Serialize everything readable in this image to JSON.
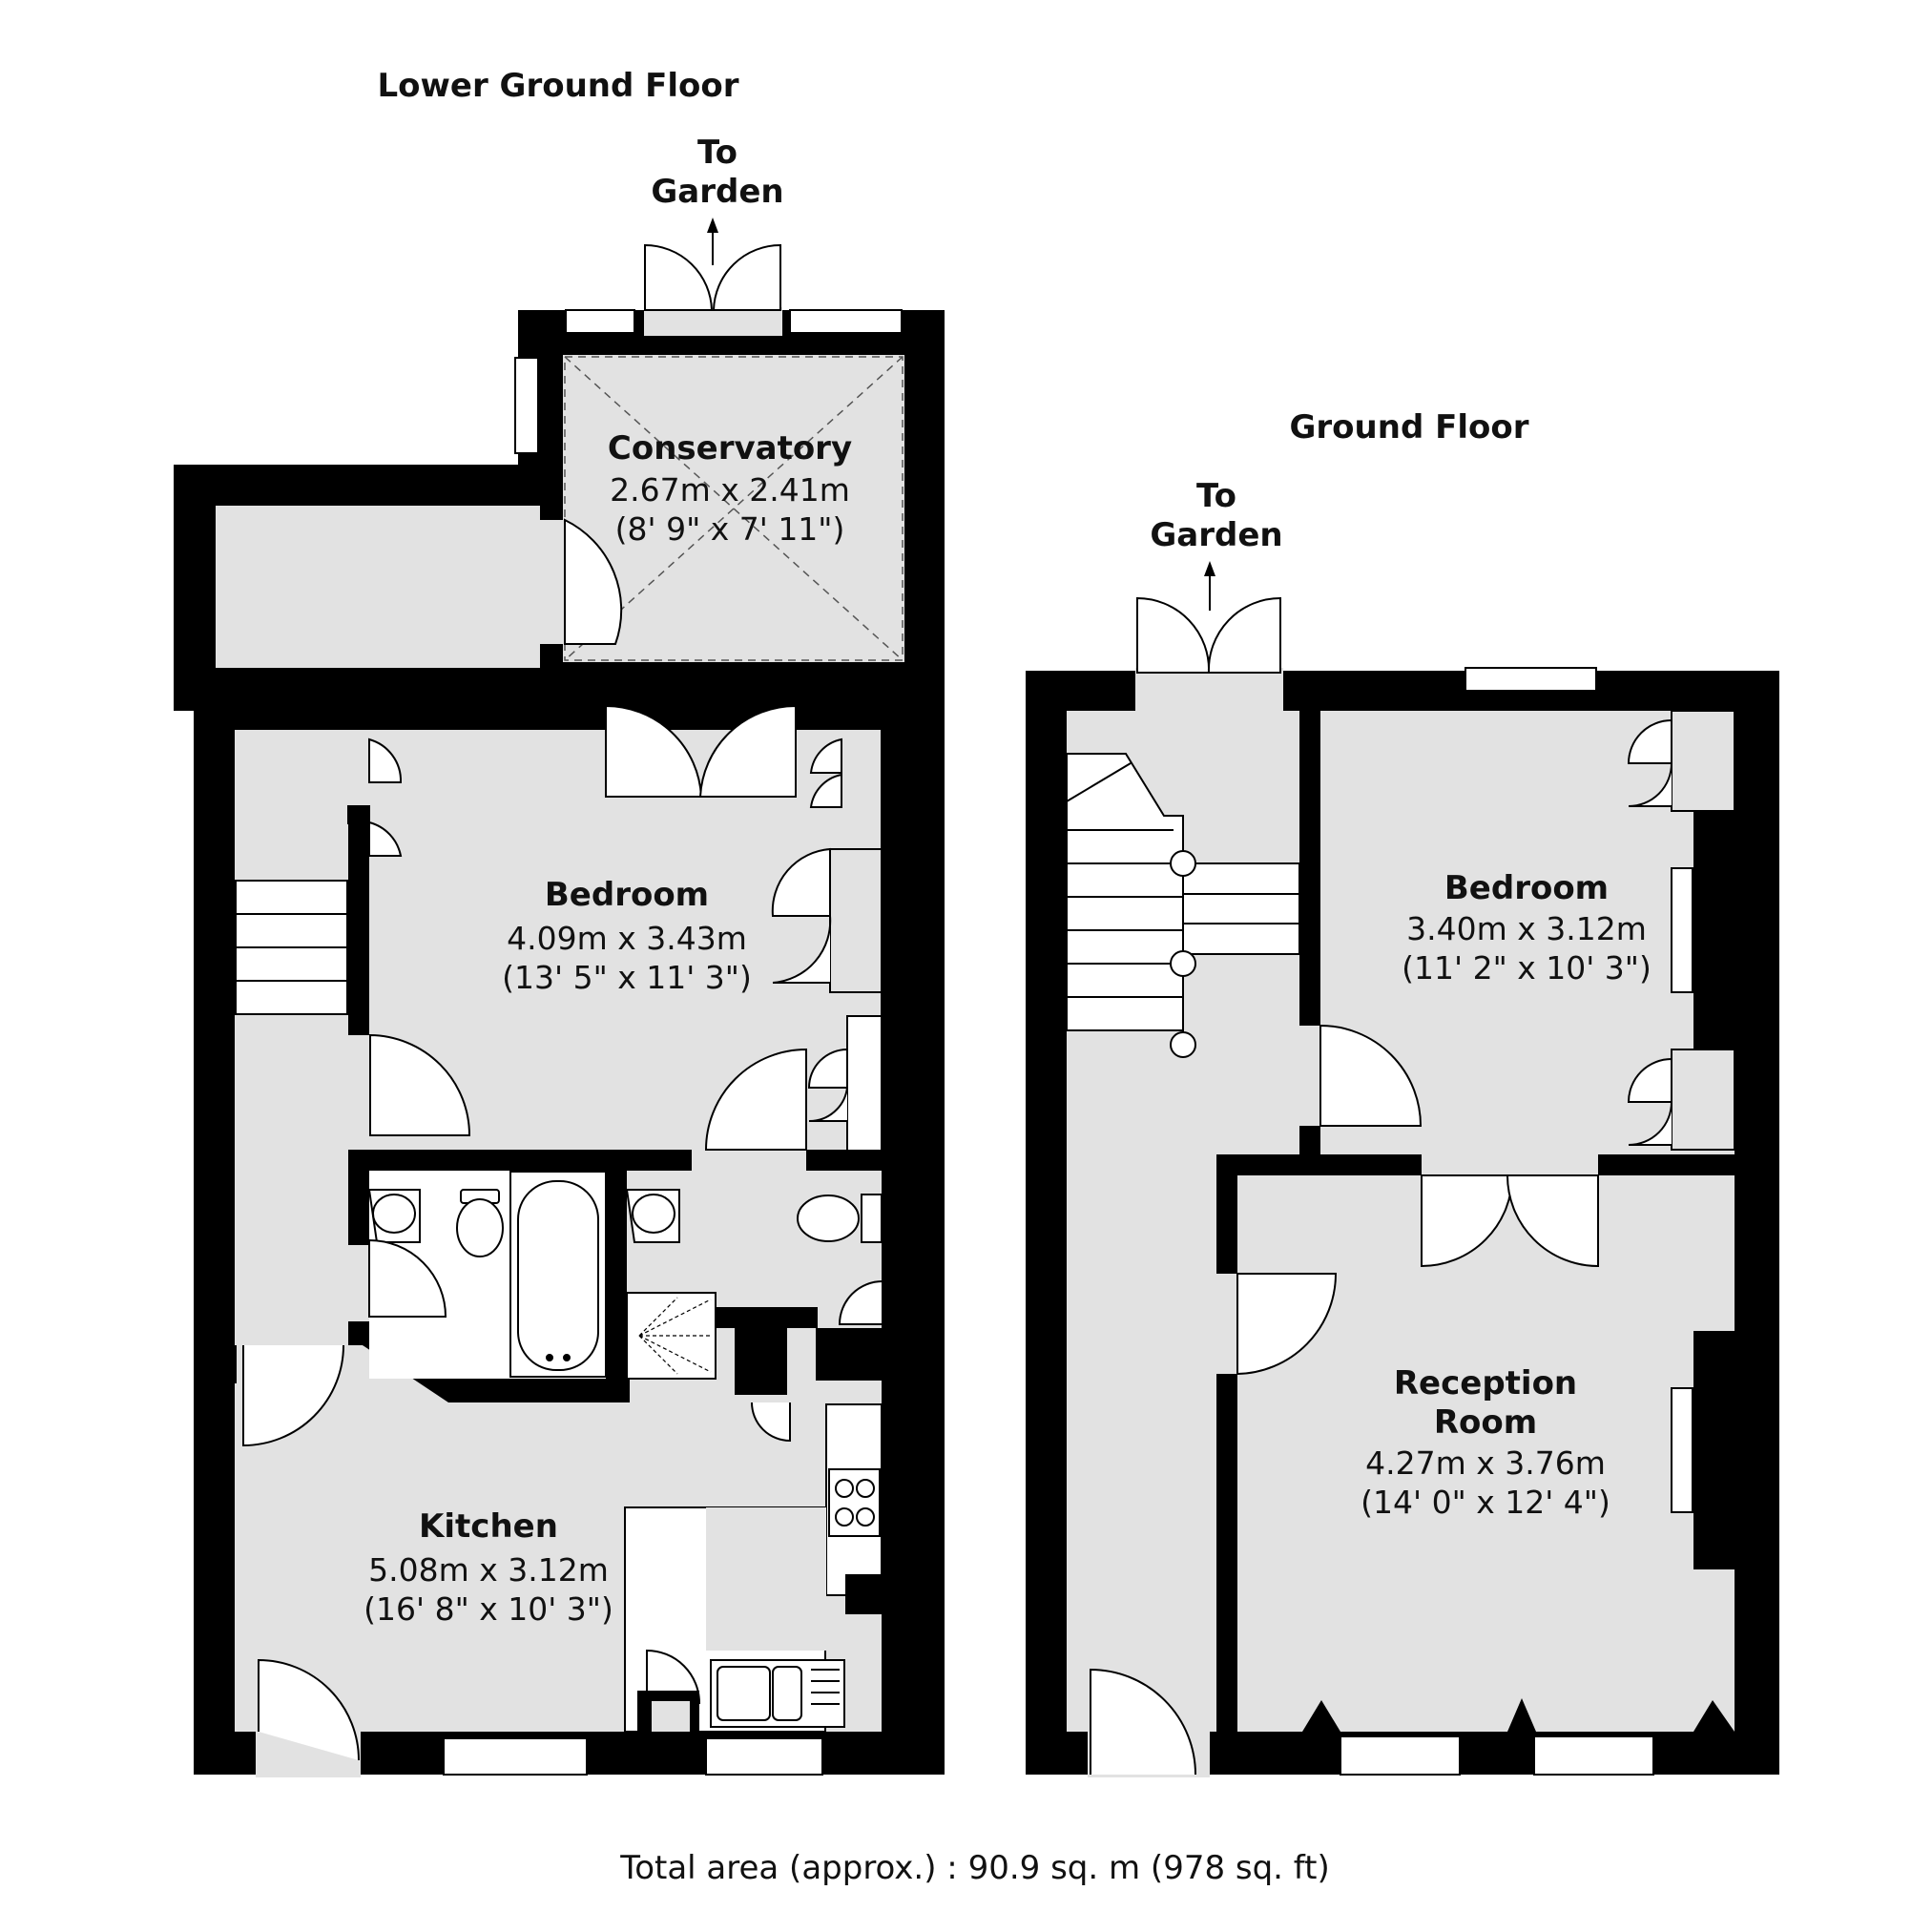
{
  "floors": {
    "lower": {
      "title": "Lower Ground Floor",
      "to_garden": "To\nGarden",
      "rooms": {
        "conservatory": {
          "name": "Conservatory",
          "metric": "2.67m x 2.41m",
          "imperial": "(8' 9\" x 7' 11\")"
        },
        "bedroom": {
          "name": "Bedroom",
          "metric": "4.09m x 3.43m",
          "imperial": "(13' 5\" x 11' 3\")"
        },
        "kitchen": {
          "name": "Kitchen",
          "metric": "5.08m x 3.12m",
          "imperial": "(16' 8\" x 10' 3\")"
        }
      }
    },
    "ground": {
      "title": "Ground Floor",
      "to_garden": "To\nGarden",
      "rooms": {
        "bedroom": {
          "name": "Bedroom",
          "metric": "3.40m x 3.12m",
          "imperial": "(11' 2\" x 10' 3\")"
        },
        "reception": {
          "name": "Reception\nRoom",
          "metric": "4.27m x 3.76m",
          "imperial": "(14' 0\" x 12' 4\")"
        }
      }
    }
  },
  "total_area": "Total area (approx.) : 90.9 sq. m (978 sq. ft)",
  "colors": {
    "wall": "#000000",
    "floor": "#e2e2e2",
    "fixture": "#ffffff"
  }
}
